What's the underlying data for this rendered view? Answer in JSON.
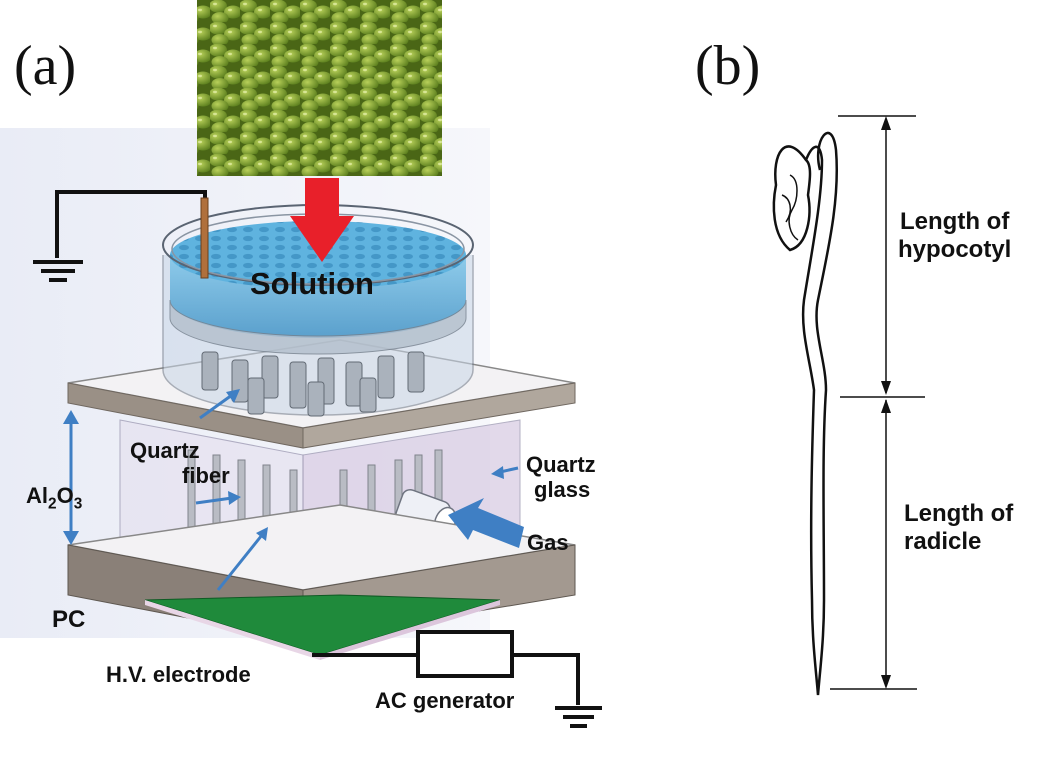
{
  "panel_a": {
    "label": "(a)",
    "solution": "Solution",
    "quartz_fiber": [
      "Quartz",
      "fiber"
    ],
    "quartz_glass": [
      "Quartz",
      "glass"
    ],
    "al2o3_main": "Al",
    "al2o3_sub1": "2",
    "al2o3_mid": "O",
    "al2o3_sub2": "3",
    "gas": "Gas",
    "pc": "PC",
    "hv_electrode": "H.V.  electrode",
    "ac_generator": "AC generator"
  },
  "panel_b": {
    "label": "(b)",
    "hypocotyl": [
      "Length of",
      "hypocotyl"
    ],
    "radicle": [
      "Length of",
      "radicle"
    ]
  },
  "colors": {
    "arrow_red": "#e8202a",
    "arrow_blue": "#3f7fc4",
    "solution_blue": "#4aa6d6",
    "plate_gray": "#9a9086",
    "bean_green": "#7a9a2e",
    "pcb_green": "#1f8a3b"
  }
}
